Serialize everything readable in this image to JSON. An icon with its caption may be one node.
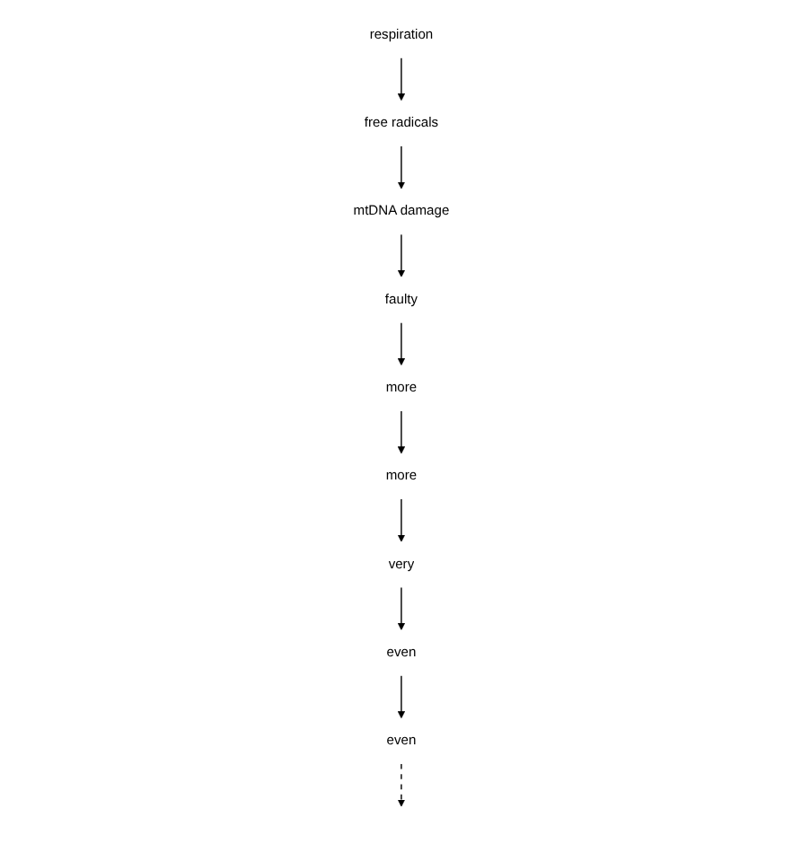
{
  "diagram": {
    "nodes": [
      {
        "text": [
          "very"
        ]
      },
      {
        "text": [
          "faulty"
        ]
      },
      {
        "text": [
          "respiration"
        ]
      },
      {
        "text": [
          "even"
        ]
      },
      {
        "text": [
          "more"
        ]
      },
      {
        "text": [
          "free radicals"
        ]
      },
      {
        "text": [
          "even"
        ]
      },
      {
        "text": [
          "more"
        ]
      },
      {
        "text": [
          "mtDNA damage"
        ]
      }
    ],
    "edges": [
      {
        "from": 0,
        "to": 3,
        "arrow": "to"
      },
      {
        "from": 1,
        "to": 4,
        "arrow": "to"
      },
      {
        "from": 2,
        "to": 5,
        "arrow": "to"
      },
      {
        "from": 3,
        "to": 6,
        "arrow": "to"
      },
      {
        "from": 4,
        "to": 7,
        "arrow": "to"
      },
      {
        "from": 5,
        "to": 8,
        "arrow": "to"
      },
      {
        "from": 6,
        "to": null,
        "arrow": "to",
        "style": "dashed"
      },
      {
        "from": 8,
        "to": 1,
        "arrow": "to"
      },
      {
        "from": 7,
        "to": 0,
        "arrow": "to"
      }
    ]
  }
}
